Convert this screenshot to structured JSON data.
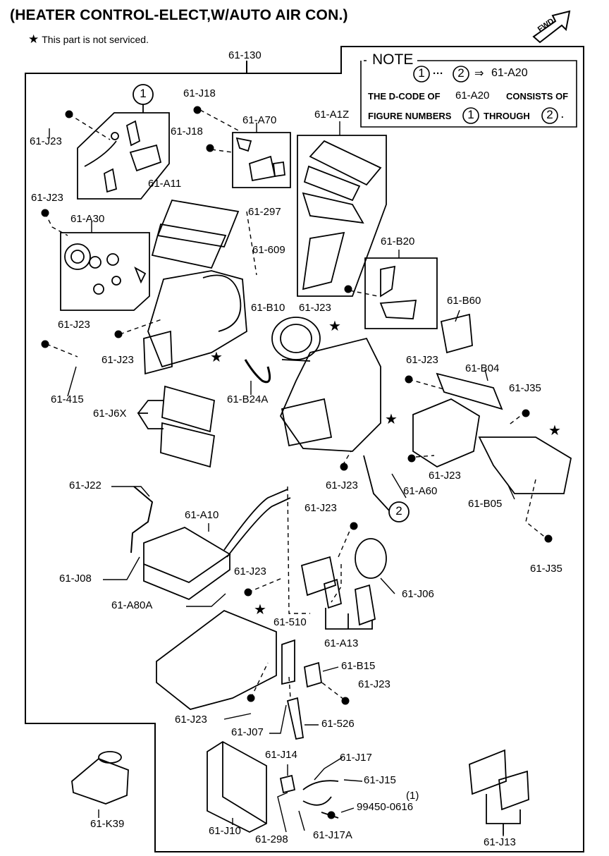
{
  "header": {
    "title": "(HEATER CONTROL-ELECT,W/AUTO AIR CON.)",
    "star_note_symbol": "★",
    "star_note": "This part is not serviced.",
    "fwd_label": "FWD"
  },
  "note": {
    "title": "NOTE",
    "fig1": "1",
    "ellipsis": "···",
    "fig2": "2",
    "arrow": "⇒",
    "code": "61-A20",
    "line2a": "THE D-CODE OF",
    "line2b": "61-A20",
    "line2c": "CONSISTS OF",
    "line3a": "FIGURE NUMBERS",
    "line3b": "1",
    "line3c": "THROUGH",
    "line3d": "2",
    "line3e": "."
  },
  "figures": {
    "fig1": "1",
    "fig2": "2"
  },
  "labels": {
    "p61_130": "61-130",
    "p61_J23_a": "61-J23",
    "p61_J18_a": "61-J18",
    "p61_J18_b": "61-J18",
    "p61_A70": "61-A70",
    "p61_A1Z": "61-A1Z",
    "p61_J23_b": "61-J23",
    "p61_A11": "61-A11",
    "p61_297": "61-297",
    "p61_A30": "61-A30",
    "p61_609": "61-609",
    "p61_B20": "61-B20",
    "p61_B10": "61-B10",
    "p61_J23_c": "61-J23",
    "p61_B60": "61-B60",
    "p61_J23_d": "61-J23",
    "p61_J23_e": "61-J23",
    "p61_415": "61-415",
    "p61_J23_f": "61-J23",
    "p61_B04": "61-B04",
    "p61_J35_a": "61-J35",
    "p61_B24A": "61-B24A",
    "p61_J6X": "61-J6X",
    "p61_J23_g": "61-J23",
    "p61_J23_h": "61-J23",
    "p61_A60": "61-A60",
    "p61_B05": "61-B05",
    "p61_J22": "61-J22",
    "p61_A10": "61-A10",
    "p61_J23_i": "61-J23",
    "p61_J35_b": "61-J35",
    "p61_J08": "61-J08",
    "p61_J23_j": "61-J23",
    "p61_J06": "61-J06",
    "p61_A80A": "61-A80A",
    "p61_510": "61-510",
    "p61_A13": "61-A13",
    "p61_B15": "61-B15",
    "p61_J23_k": "61-J23",
    "p61_J23_l": "61-J23",
    "p61_J07": "61-J07",
    "p61_526": "61-526",
    "p61_J14": "61-J14",
    "p61_J17": "61-J17",
    "p61_J15": "61-J15",
    "p99450_qty": "(1)",
    "p99450": "99450-0616",
    "p61_K39": "61-K39",
    "p61_J10": "61-J10",
    "p61_298": "61-298",
    "p61_J17A": "61-J17A",
    "p61_J13": "61-J13"
  },
  "stars": [
    "★",
    "★",
    "★",
    "★",
    "★",
    "★"
  ]
}
